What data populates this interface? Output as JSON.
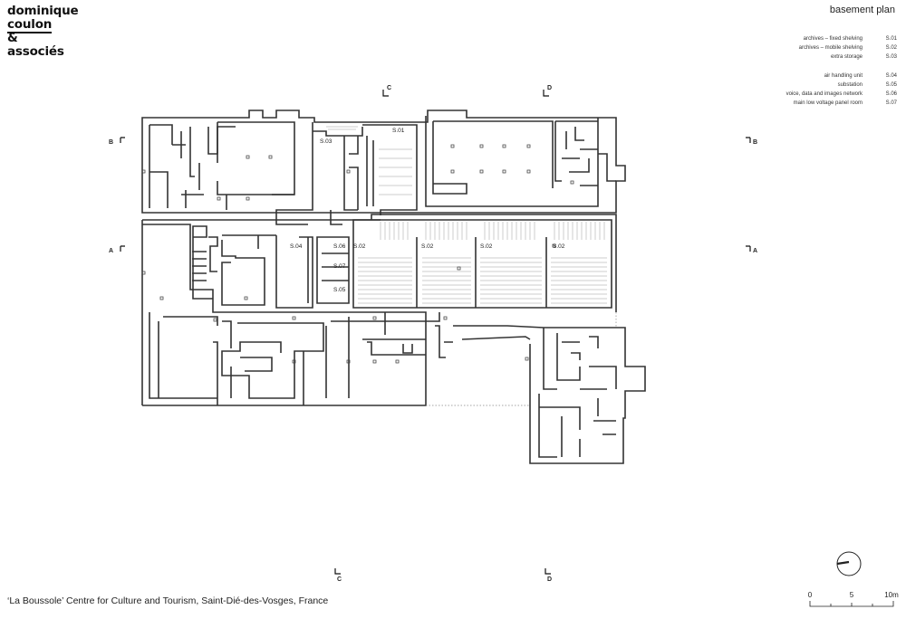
{
  "logo": {
    "line1": "dominique",
    "line2": "coulon",
    "line3": "&",
    "line4": "associés"
  },
  "title": "basement plan",
  "legend": {
    "group1": [
      {
        "label": "archives – fixed shelving",
        "code": "S.01"
      },
      {
        "label": "archives – mobile shelving",
        "code": "S.02"
      },
      {
        "label": "extra storage",
        "code": "S.03"
      }
    ],
    "group2": [
      {
        "label": "air handling unit",
        "code": "S.04"
      },
      {
        "label": "substation",
        "code": "S.05"
      },
      {
        "label": "voice, data and images network",
        "code": "S.06"
      },
      {
        "label": "main low voltage panel room",
        "code": "S.07"
      }
    ]
  },
  "sections": {
    "A": "A",
    "B": "B",
    "C": "C",
    "D": "D"
  },
  "rooms": {
    "s01": "S.01",
    "s02": "S.02",
    "s03": "S.03",
    "s04": "S.04",
    "s05": "S.05",
    "s06": "S.06",
    "s07": "S.07"
  },
  "scale": {
    "zero": "0",
    "mid": "5",
    "end": "10m"
  },
  "caption": "‘La Boussole’ Centre for Culture and Tourism, Saint-Dié-des-Vosges, France"
}
